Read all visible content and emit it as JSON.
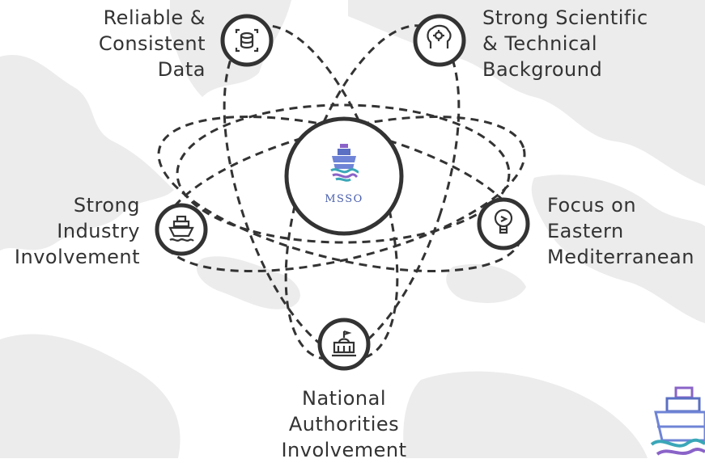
{
  "colors": {
    "map_land": "#ececec",
    "map_sea": "#ffffff",
    "stroke": "#333333",
    "brand_blue": "#4a5fae",
    "brand_violet": "#8a63c8",
    "brand_teal": "#3aa7b8"
  },
  "center": {
    "brand": "MSSO",
    "icon": "ship-logo-icon"
  },
  "pillars": [
    {
      "id": "reliable",
      "icon": "data-scan-icon",
      "lines": [
        "Reliable &",
        "Consistent",
        "Data"
      ]
    },
    {
      "id": "scientific",
      "icon": "brain-gear-icon",
      "lines": [
        "Strong Scientific",
        "& Technical",
        "Background"
      ]
    },
    {
      "id": "industry",
      "icon": "cargo-ship-icon",
      "lines": [
        "Strong",
        "Industry",
        "Involvement"
      ]
    },
    {
      "id": "focus",
      "icon": "lightbulb-icon",
      "lines": [
        "Focus on",
        "Eastern",
        "Mediterranean"
      ]
    },
    {
      "id": "authorities",
      "icon": "government-building-icon",
      "lines": [
        "National",
        "Authorities",
        "Involvement"
      ]
    }
  ],
  "corner_logo": {
    "icon": "msso-ship-logo-icon"
  }
}
